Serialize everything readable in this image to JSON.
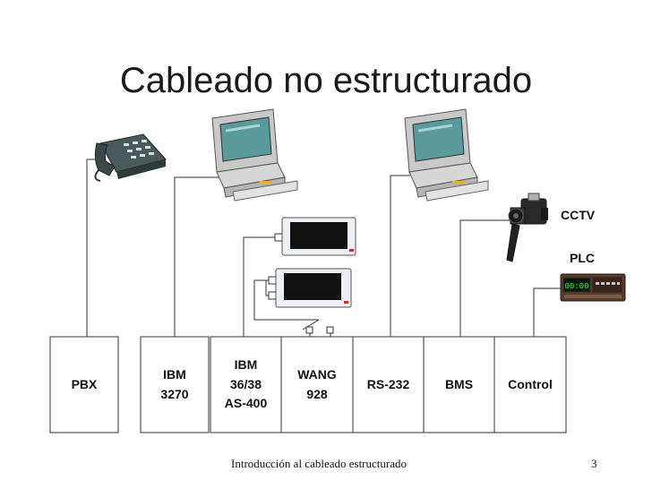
{
  "title": "Cableado no estructurado",
  "boxes": [
    {
      "id": "pbx",
      "lines": [
        "PBX"
      ]
    },
    {
      "id": "ibm3270",
      "lines": [
        "IBM",
        "3270"
      ]
    },
    {
      "id": "ibm3638",
      "lines": [
        "IBM",
        "36/38",
        "AS-400"
      ]
    },
    {
      "id": "wang",
      "lines": [
        "WANG",
        "928"
      ]
    },
    {
      "id": "rs232",
      "lines": [
        "RS-232"
      ]
    },
    {
      "id": "bms",
      "lines": [
        "BMS"
      ]
    },
    {
      "id": "control",
      "lines": [
        "Control"
      ]
    }
  ],
  "labels": {
    "cctv": "CCTV",
    "plc": "PLC",
    "plc_display": "00:00"
  },
  "footer": {
    "text": "Introducción al cableado estructurado",
    "page": "3"
  },
  "icons": [
    "telephone-icon",
    "computer-icon",
    "terminal-icon",
    "video-camera-icon",
    "plc-device-icon"
  ],
  "colors": {
    "box_border": "#333333",
    "line": "#333333",
    "screen_teal": "#5a9a9a",
    "plc_body": "#5a3a2a"
  }
}
